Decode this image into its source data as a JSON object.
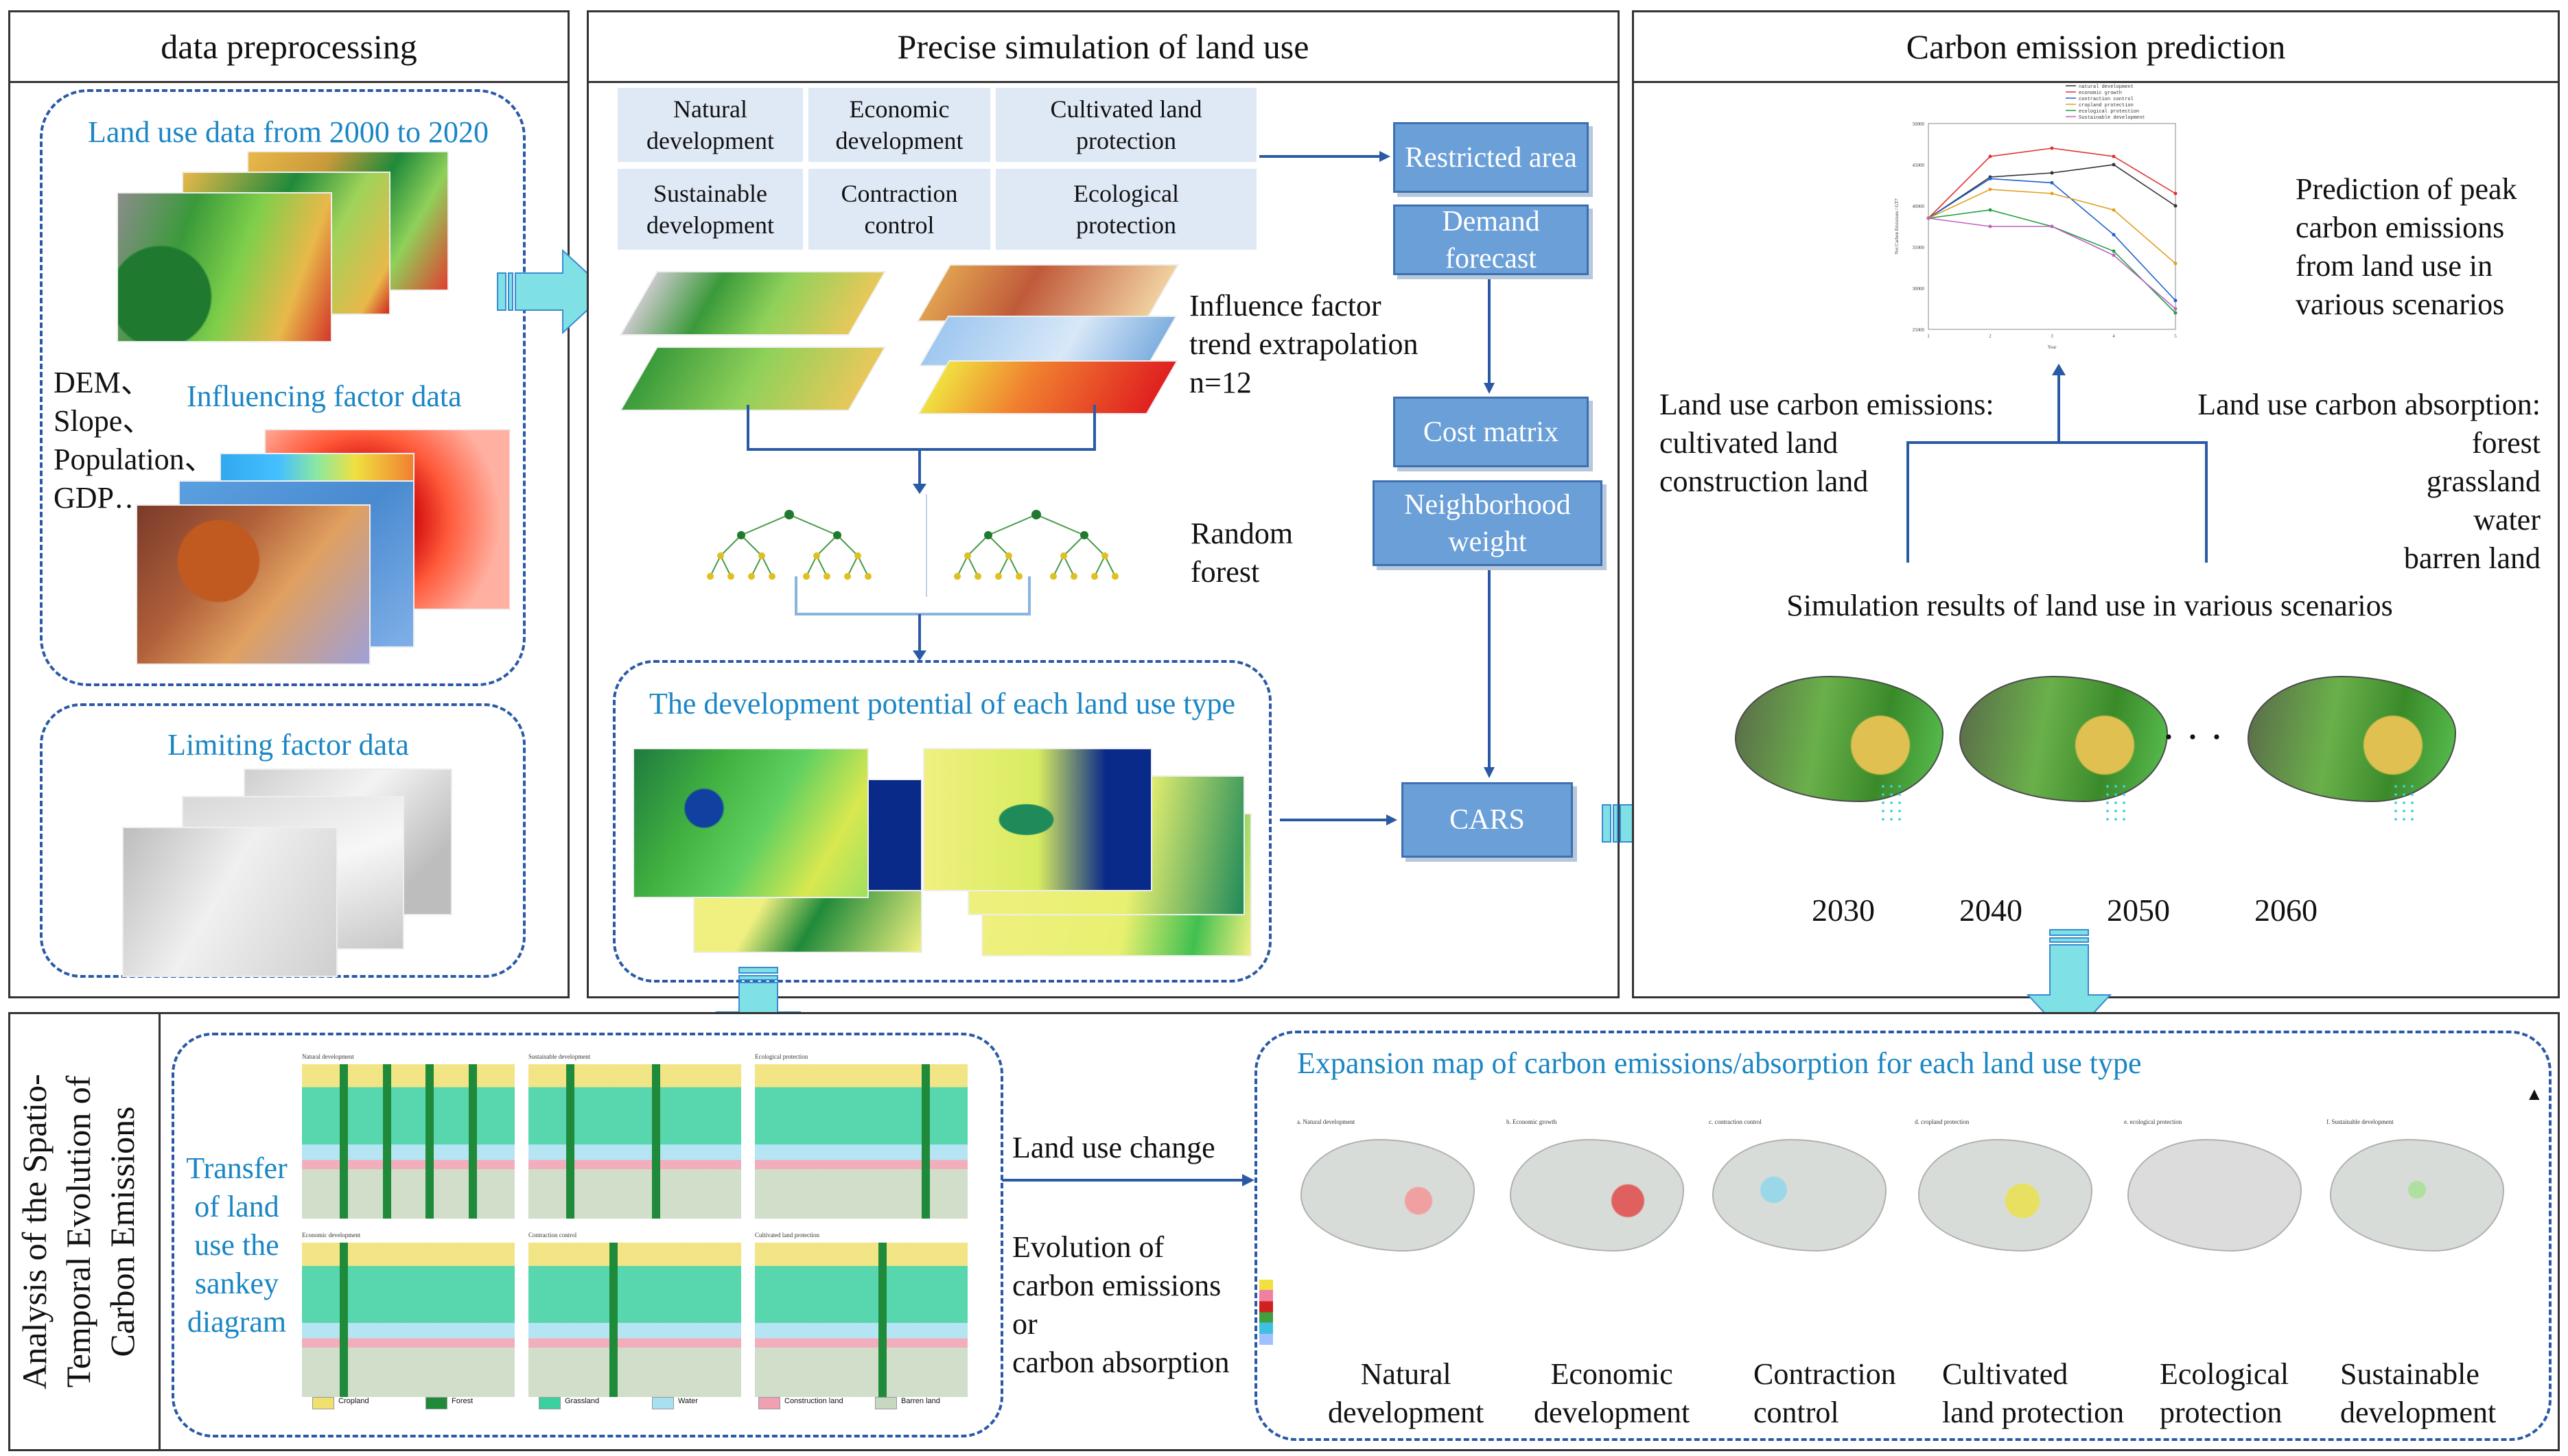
{
  "panels": {
    "preprocessing": {
      "title": "data preprocessing",
      "land_use": "Land use data from 2000 to 2020",
      "factors_list": [
        "DEM、",
        "Slope、",
        "Population、",
        "GDP…"
      ],
      "influencing": "Influencing factor data",
      "limiting": "Limiting factor data"
    },
    "simulation": {
      "title": "Precise simulation of land use",
      "scenarios": [
        {
          "line1": "Natural",
          "line2": "development"
        },
        {
          "line1": "Economic",
          "line2": "development"
        },
        {
          "line1": "Cultivated land",
          "line2": "protection"
        },
        {
          "line1": "Sustainable",
          "line2": "development"
        },
        {
          "line1": "Contraction",
          "line2": "control"
        },
        {
          "line1": "Ecological",
          "line2": "protection"
        }
      ],
      "influence_lines": [
        "Influence factor",
        "trend extrapolation",
        "n=12"
      ],
      "random_forest": [
        "Random",
        "forest"
      ],
      "potential": "The development potential of each land use type",
      "boxes": {
        "restricted": "Restricted area",
        "demand": "Demand forecast",
        "cost": "Cost matrix",
        "neighborhood": "Neighborhood weight",
        "cars": "CARS"
      }
    },
    "carbon": {
      "title": "Carbon emission prediction",
      "peak": [
        "Prediction of peak",
        "carbon emissions",
        "from land use in",
        "various scenarios"
      ],
      "emissions": [
        "Land use carbon emissions:",
        "cultivated land",
        "construction land"
      ],
      "absorption": [
        "Land use carbon absorption:",
        "forest",
        "grassland",
        "water",
        "barren land"
      ],
      "sim_results": "Simulation results of land use in various scenarios",
      "years": [
        "2030",
        "2040",
        "2050",
        "2060"
      ],
      "ellipsis": "· · ·"
    },
    "analysis": {
      "title_lines": [
        "Analysis of the Spatio-",
        "Temporal Evolution of",
        "Carbon Emissions"
      ],
      "sankey_label": [
        "Transfer",
        "of land",
        "use the",
        "sankey",
        "diagram"
      ],
      "land_use_change": "Land use change",
      "evolution": [
        "Evolution of",
        "carbon emissions",
        "or",
        "carbon absorption"
      ],
      "expansion": "Expansion map of carbon emissions/absorption for each land use type",
      "scenario_labels": [
        [
          "Natural",
          "development"
        ],
        [
          "Economic",
          "development"
        ],
        [
          "Contraction",
          "control"
        ],
        [
          "Cultivated",
          "land protection"
        ],
        [
          "Ecological",
          "protection"
        ],
        [
          "Sustainable",
          "development"
        ]
      ],
      "sankey_titles": [
        "Natural development",
        "Sustainable development",
        "Ecological protection",
        "Economic development",
        "Contraction control",
        "Cultivated land protection"
      ],
      "sankey_legend": [
        "Cropland",
        "Forest",
        "Grassland",
        "Water",
        "Construction land",
        "Barren land"
      ],
      "map_titles": [
        "a. Natural development",
        "b. Economic growth",
        "c. contraction control",
        "d. cropland protection",
        "e. ecological protection",
        "f. Sustainable development"
      ]
    }
  },
  "colors": {
    "dashed_border": "#2a5aa5",
    "blue_text": "#1a86c4",
    "box_fill": "#6a9fd8",
    "arrow": "#7fe0e6",
    "scenario_fill": "#dfe9f6"
  },
  "chart_data": {
    "type": "line",
    "xlabel": "Year",
    "ylabel": "Net Carbon Emissions / GT?",
    "x": [
      1,
      2,
      3,
      4,
      5
    ],
    "ylim": [
      25000,
      50000
    ],
    "series": [
      {
        "name": "natural development",
        "color": "#333333",
        "values": [
          38500,
          43500,
          44000,
          45000,
          40000
        ]
      },
      {
        "name": "economic growth",
        "color": "#e03030",
        "values": [
          38500,
          46000,
          47000,
          46000,
          41500
        ]
      },
      {
        "name": "contraction control",
        "color": "#2060d0",
        "values": [
          38500,
          43300,
          42800,
          36500,
          28500
        ]
      },
      {
        "name": "cropland protection",
        "color": "#e0a020",
        "values": [
          38500,
          42000,
          41500,
          39500,
          33000
        ]
      },
      {
        "name": "ecological protection",
        "color": "#20a040",
        "values": [
          38500,
          39500,
          37500,
          34500,
          27000
        ]
      },
      {
        "name": "Sustainable development",
        "color": "#c060c0",
        "values": [
          38500,
          37500,
          37500,
          34000,
          27500
        ]
      }
    ]
  }
}
